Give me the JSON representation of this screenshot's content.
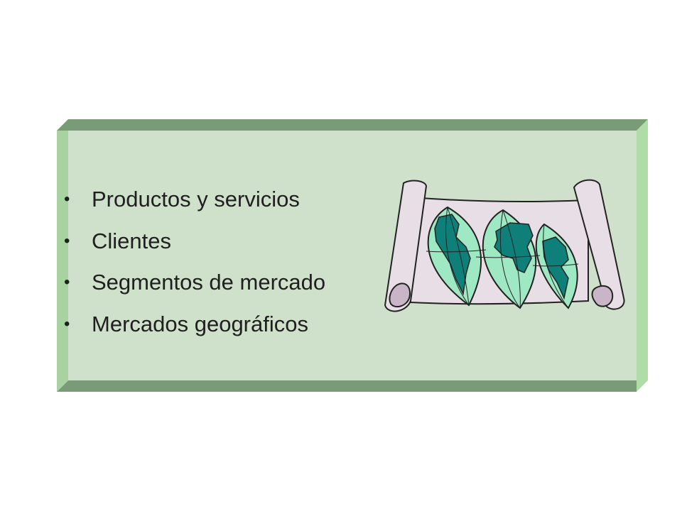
{
  "bullets": [
    "Productos y servicios",
    "Clientes",
    "Segmentos de mercado",
    "Mercados geográficos"
  ],
  "bullet_symbol": "•",
  "colors": {
    "panel_face": "#cfe0cb",
    "panel_top": "#7a9b77",
    "panel_bottom": "#7a9b77",
    "panel_left": "#a8d3a0",
    "panel_right": "#b0dca8",
    "scroll_paper": "#e8dfe6",
    "scroll_inner": "#c9b5c7",
    "ocean": "#9fe8c4",
    "land": "#0f7f7a"
  },
  "illustration": "world-map-scroll-icon"
}
